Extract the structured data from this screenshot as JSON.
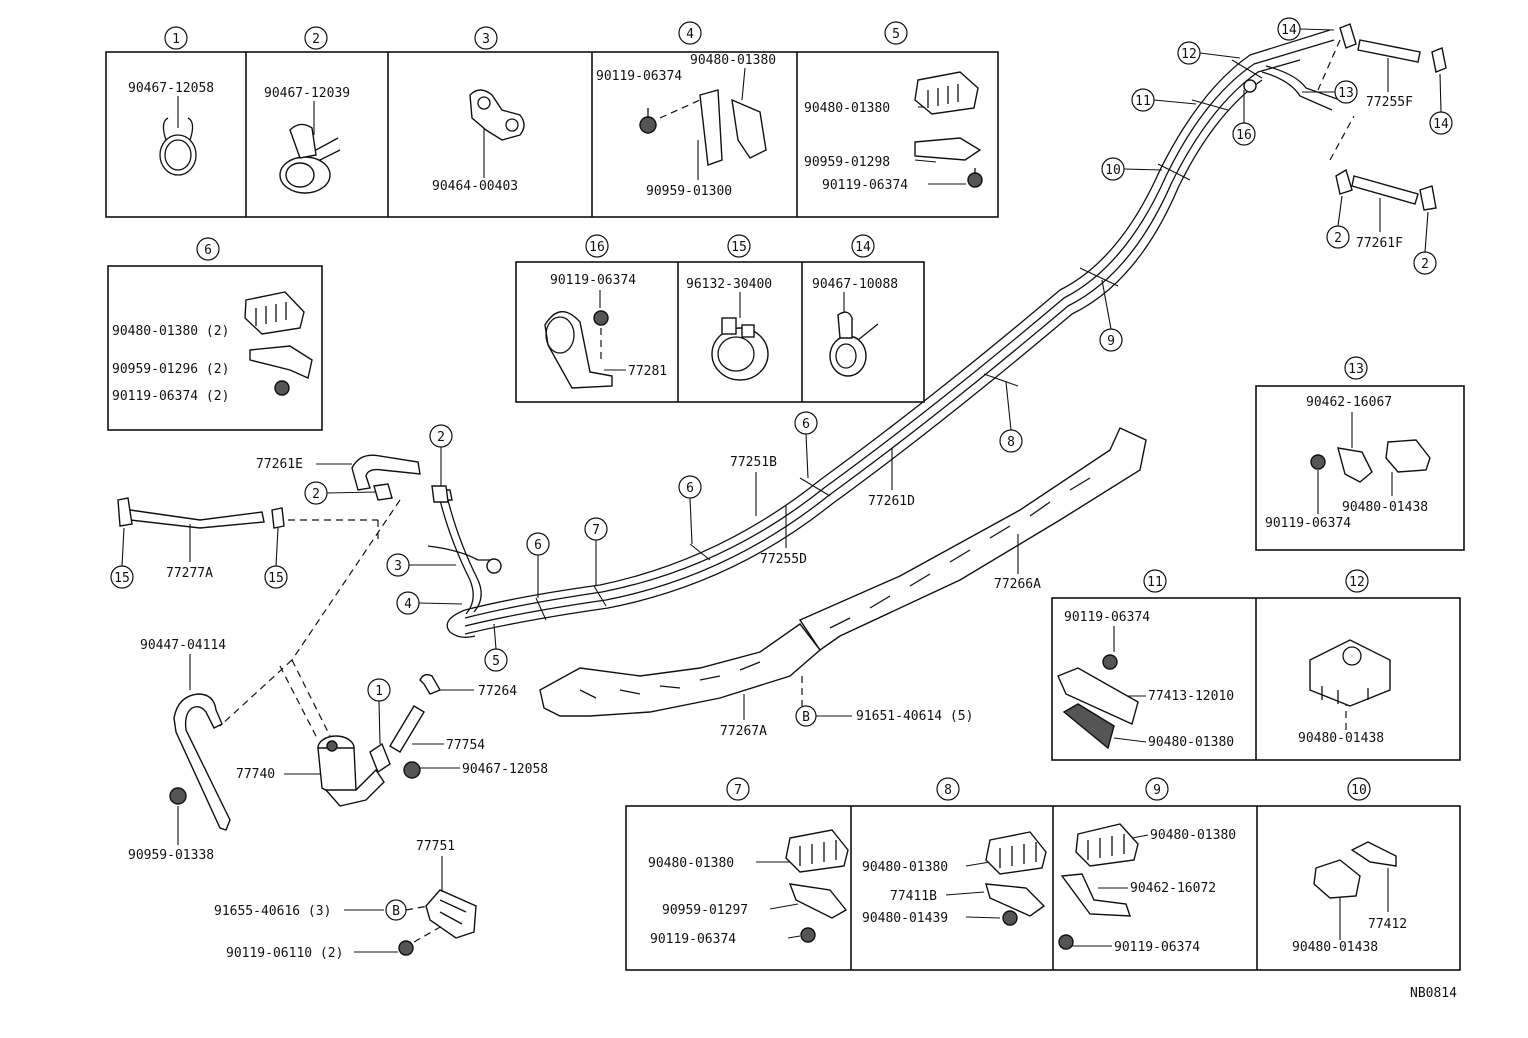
{
  "insets": [
    {
      "num": "1",
      "parts": [
        "90467-12058"
      ]
    },
    {
      "num": "2",
      "parts": [
        "90467-12039"
      ]
    },
    {
      "num": "3",
      "parts": [
        "90464-00403"
      ]
    },
    {
      "num": "4",
      "parts": [
        "90480-01380",
        "90119-06374",
        "90959-01300"
      ]
    },
    {
      "num": "5",
      "parts": [
        "90480-01380",
        "90959-01298",
        "90119-06374"
      ]
    },
    {
      "num": "6",
      "parts": [
        "90480-01380 (2)",
        "90959-01296 (2)",
        "90119-06374 (2)"
      ]
    },
    {
      "num": "16",
      "parts": [
        "90119-06374",
        "77281"
      ]
    },
    {
      "num": "15",
      "parts": [
        "96132-30400"
      ]
    },
    {
      "num": "14",
      "parts": [
        "90467-10088"
      ]
    },
    {
      "num": "13",
      "parts": [
        "90462-16067",
        "90480-01438",
        "90119-06374"
      ]
    },
    {
      "num": "11",
      "parts": [
        "90119-06374",
        "77413-12010",
        "90480-01380"
      ]
    },
    {
      "num": "12",
      "parts": [
        "90480-01438"
      ]
    },
    {
      "num": "7",
      "parts": [
        "90480-01380",
        "90959-01297",
        "90119-06374"
      ]
    },
    {
      "num": "8",
      "parts": [
        "90480-01380",
        "77411B",
        "90480-01439"
      ]
    },
    {
      "num": "9",
      "parts": [
        "90480-01380",
        "90462-16072",
        "90119-06374"
      ]
    },
    {
      "num": "10",
      "parts": [
        "77412",
        "90480-01438"
      ]
    }
  ],
  "main": {
    "pipes": [
      "77251B",
      "77255D",
      "77261D",
      "77266A",
      "77267A",
      "77261E",
      "77277A",
      "77255F",
      "77261F"
    ],
    "vapor": [
      "77264",
      "77754",
      "77740",
      "90467-12058",
      "90447-04114",
      "90959-01338"
    ],
    "bracket": [
      "77751",
      "91655-40616 (3)",
      "90119-06110 (2)"
    ],
    "bolt_b": "91651-40614 (5)",
    "b_marker": "B"
  },
  "callouts": [
    "1",
    "2",
    "3",
    "4",
    "5",
    "6",
    "7",
    "8",
    "9",
    "10",
    "11",
    "12",
    "13",
    "14",
    "15",
    "16"
  ],
  "figure_code": "NB0814"
}
